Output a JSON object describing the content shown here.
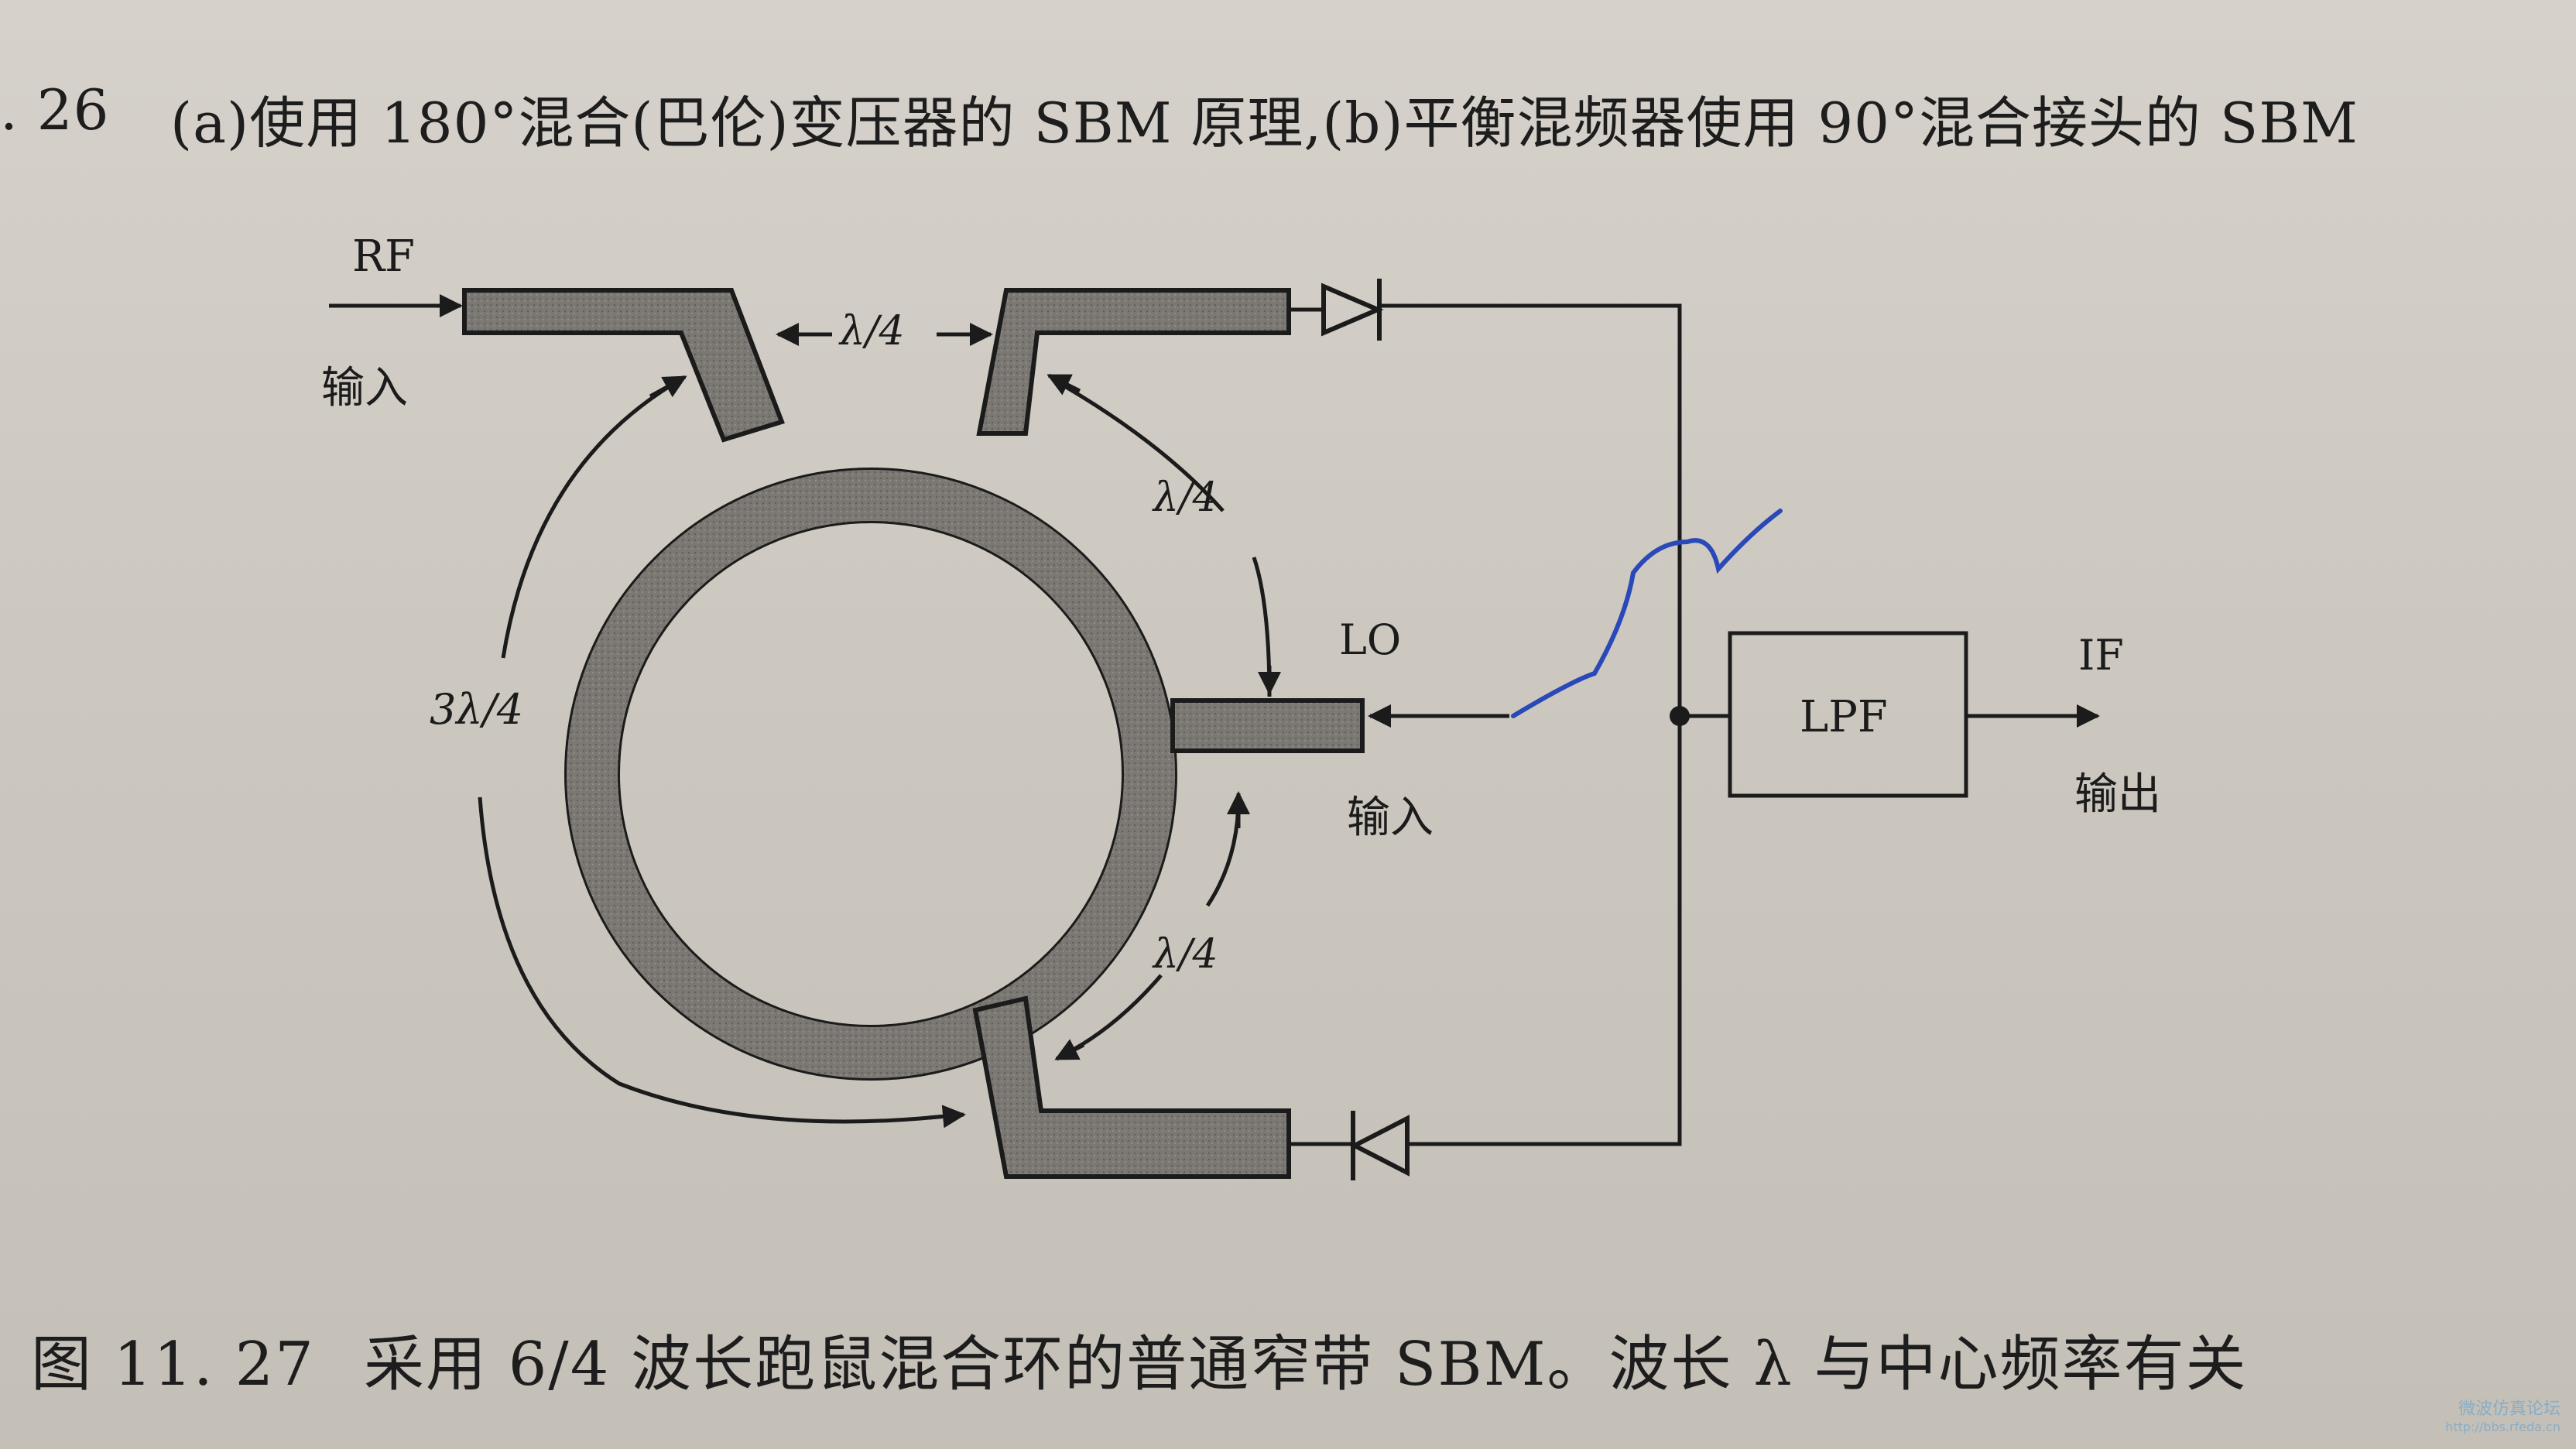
{
  "caption_top": {
    "fig_no": ". 26",
    "text": "(a)使用 180°混合(巴伦)变压器的 SBM 原理,(b)平衡混频器使用 90°混合接头的 SBM"
  },
  "caption_bottom": {
    "fig_no": "图 11. 27",
    "text": "采用 6/4 波长跑鼠混合环的普通窄带 SBM。波长 λ 与中心频率有关"
  },
  "labels": {
    "rf": "RF",
    "rf_input": "输入",
    "lambda_top": "λ/4",
    "lambda_right_upper": "λ/4",
    "lambda_right_lower": "λ/4",
    "three_lambda": "3λ/4",
    "lo": "LO",
    "lo_input": "输入",
    "lpf": "LPF",
    "if": "IF",
    "if_output": "输出"
  },
  "watermark": {
    "text": "微波仿真论坛",
    "url": "http://bbs.rfeda.cn"
  },
  "colors": {
    "ring_fill": "#7b7772",
    "ring_stroke": "#1b1b1b",
    "wire": "#1b1b1b",
    "pen_mark": "#2a49b8"
  }
}
